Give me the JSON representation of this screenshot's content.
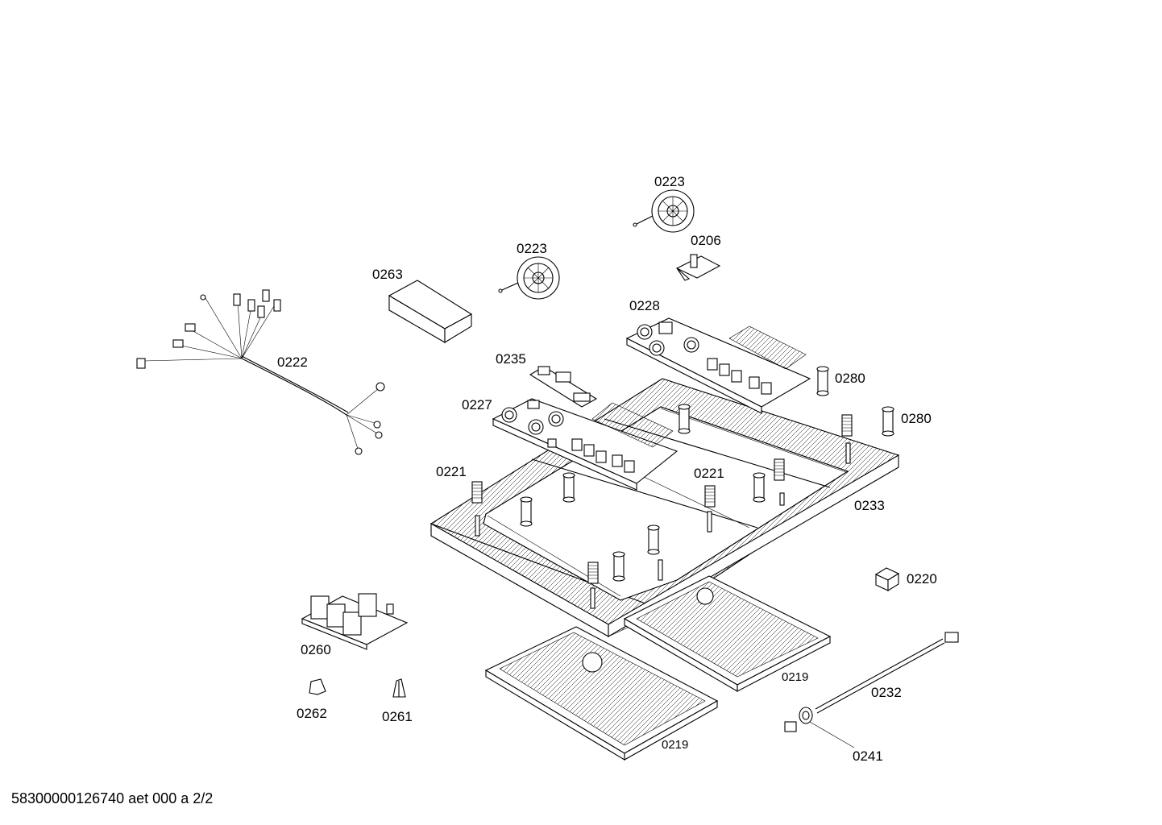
{
  "diagram": {
    "footer_text": "58300000126740 aet 000 a 2/2",
    "parts": [
      {
        "part_no": "0223",
        "name": "fan-upper"
      },
      {
        "part_no": "0223",
        "name": "fan-lower"
      },
      {
        "part_no": "0206",
        "name": "bracket"
      },
      {
        "part_no": "0263",
        "name": "cover-box"
      },
      {
        "part_no": "0228",
        "name": "power-module-rear"
      },
      {
        "part_no": "0222",
        "name": "wiring-harness"
      },
      {
        "part_no": "0235",
        "name": "small-circuit-board"
      },
      {
        "part_no": "0280",
        "name": "spacer-a"
      },
      {
        "part_no": "0227",
        "name": "power-module-front"
      },
      {
        "part_no": "0280",
        "name": "spacer-b"
      },
      {
        "part_no": "0221",
        "name": "springs-left"
      },
      {
        "part_no": "0221",
        "name": "springs-right"
      },
      {
        "part_no": "0233",
        "name": "frame"
      },
      {
        "part_no": "0220",
        "name": "connector-housing"
      },
      {
        "part_no": "0260",
        "name": "filter-board"
      },
      {
        "part_no": "0219",
        "name": "coil-carrier-rear"
      },
      {
        "part_no": "0219",
        "name": "coil-carrier-front"
      },
      {
        "part_no": "0232",
        "name": "cable"
      },
      {
        "part_no": "0262",
        "name": "foot"
      },
      {
        "part_no": "0261",
        "name": "clip"
      },
      {
        "part_no": "0241",
        "name": "ferrite-ring"
      }
    ]
  }
}
